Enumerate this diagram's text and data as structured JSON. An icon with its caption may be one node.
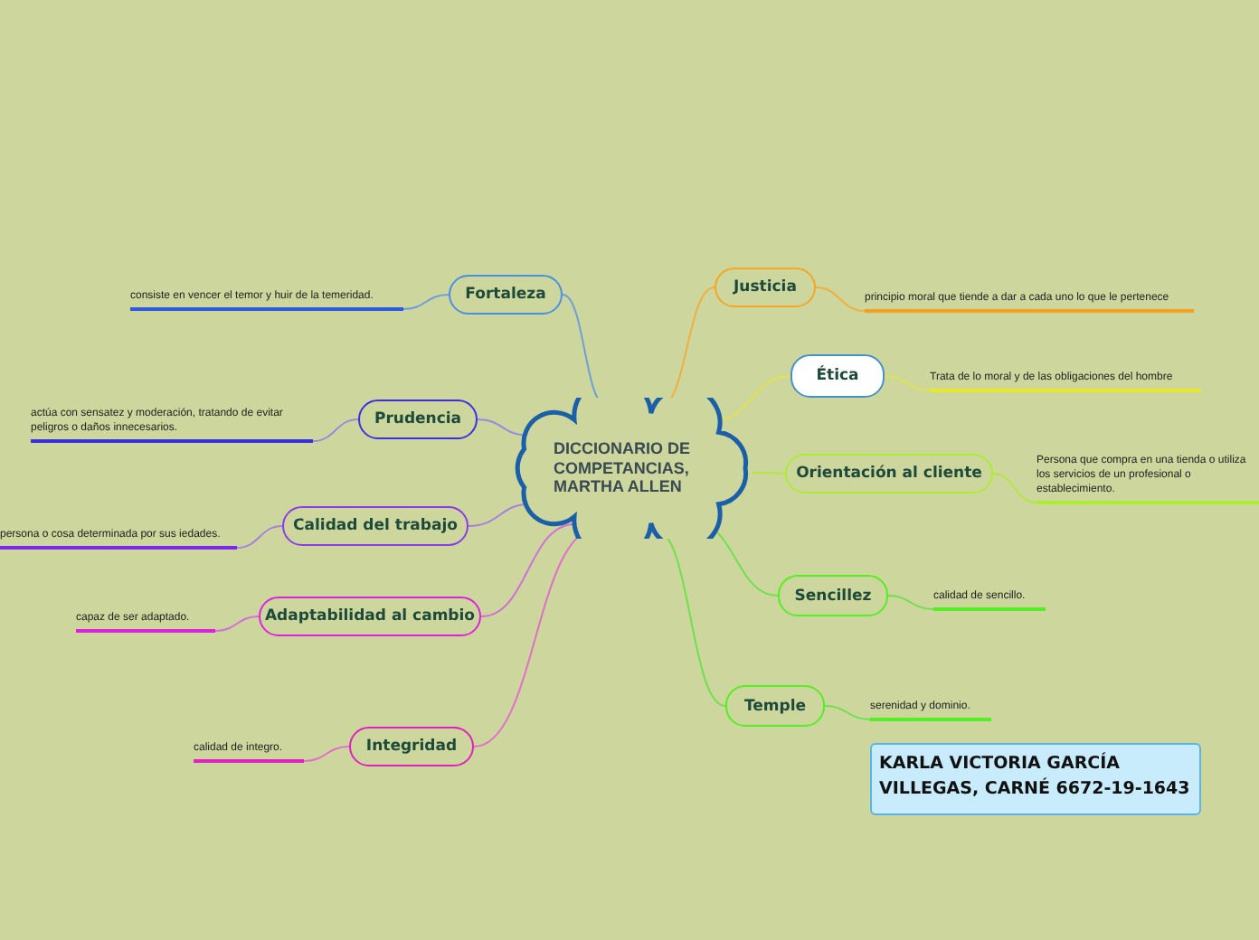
{
  "diagram": {
    "nodes": [
      {
        "text": [
          "DICCIONARIO DE COMPETANCIAS, MARTHA ALLEN"
        ]
      },
      {
        "text": [
          "Fortaleza"
        ]
      },
      {
        "text": [
          "consiste en vencer el temor y huir de la temeridad."
        ]
      },
      {
        "text": [
          "Justicia"
        ]
      },
      {
        "text": [
          "principio moral que tiende a dar a cada uno lo que le pertenece"
        ]
      },
      {
        "text": [
          "Prudencia"
        ]
      },
      {
        "text": [
          "actúa con sensatez y moderación, tratando de evitar peligros o daños innecesarios."
        ]
      },
      {
        "text": [
          "Ética"
        ]
      },
      {
        "text": [
          "Trata de lo moral y de las obligaciones del hombre"
        ]
      },
      {
        "text": [
          "Orientación al cliente"
        ]
      },
      {
        "text": [
          "Persona que compra en una tienda o utiliza los servicios de un profesional o establecimiento."
        ]
      },
      {
        "text": [
          "Calidad del trabajo"
        ]
      },
      {
        "text": [
          "persona o cosa determinada por sus iedades."
        ]
      },
      {
        "text": [
          "Adaptabilidad al cambio"
        ]
      },
      {
        "text": [
          "capaz de ser adaptado."
        ]
      },
      {
        "text": [
          "Sencillez"
        ]
      },
      {
        "text": [
          "calidad de sencillo."
        ]
      },
      {
        "text": [
          "Integridad"
        ]
      },
      {
        "text": [
          "calidad de integro."
        ]
      },
      {
        "text": [
          "Temple"
        ]
      },
      {
        "text": [
          "serenidad y dominio."
        ]
      },
      {
        "text": [
          "KARLA VICTORIA GARCÍA VILLEGAS, CARNÉ 6672-19-1643"
        ]
      }
    ],
    "edges": [
      {
        "from": 0,
        "to": 1,
        "arrow": "none",
        "color": "#6f9fd8"
      },
      {
        "from": 1,
        "to": 2,
        "arrow": "none",
        "color": "#6f9fd8"
      },
      {
        "from": 0,
        "to": 3,
        "arrow": "none",
        "color": "#f0b040"
      },
      {
        "from": 3,
        "to": 4,
        "arrow": "none",
        "color": "#f0b040"
      },
      {
        "from": 0,
        "to": 5,
        "arrow": "none",
        "color": "#9a8ae0"
      },
      {
        "from": 5,
        "to": 6,
        "arrow": "none",
        "color": "#9a8ae0"
      },
      {
        "from": 0,
        "to": 7,
        "arrow": "none",
        "color": "#e4e050"
      },
      {
        "from": 7,
        "to": 8,
        "arrow": "none",
        "color": "#e4e050"
      },
      {
        "from": 0,
        "to": 9,
        "arrow": "none",
        "color": "#b0e840"
      },
      {
        "from": 9,
        "to": 10,
        "arrow": "none",
        "color": "#b0e840"
      },
      {
        "from": 0,
        "to": 11,
        "arrow": "none",
        "color": "#a880e0"
      },
      {
        "from": 11,
        "to": 12,
        "arrow": "none",
        "color": "#a880e0"
      },
      {
        "from": 0,
        "to": 13,
        "arrow": "none",
        "color": "#d070d8"
      },
      {
        "from": 13,
        "to": 14,
        "arrow": "none",
        "color": "#d070d8"
      },
      {
        "from": 0,
        "to": 15,
        "arrow": "none",
        "color": "#70e050"
      },
      {
        "from": 15,
        "to": 16,
        "arrow": "none",
        "color": "#70e050"
      },
      {
        "from": 0,
        "to": 17,
        "arrow": "none",
        "color": "#e070c8"
      },
      {
        "from": 17,
        "to": 18,
        "arrow": "none",
        "color": "#e070c8"
      },
      {
        "from": 0,
        "to": 19,
        "arrow": "none",
        "color": "#70e050"
      },
      {
        "from": 19,
        "to": 20,
        "arrow": "none",
        "color": "#70e050"
      }
    ]
  }
}
